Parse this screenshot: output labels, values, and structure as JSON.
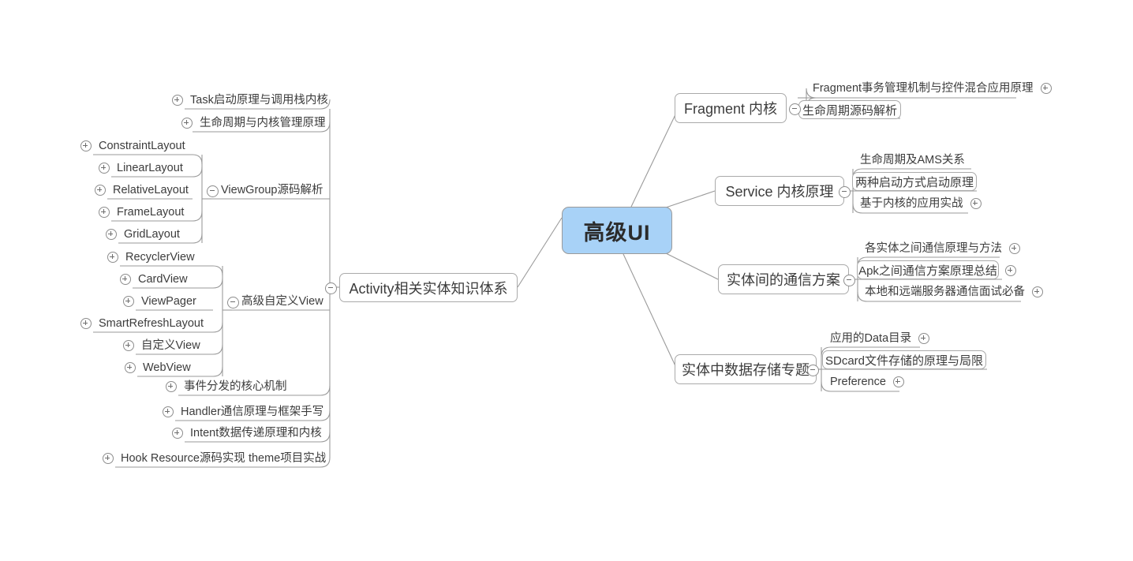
{
  "mindmap": {
    "title": "高级UI",
    "center": {
      "label": "高级UI",
      "fill": "#a8d2f7",
      "border": "#9a9a9a"
    },
    "line_color": "#9a9a9a",
    "text_color": "#3c3c3c",
    "icons": {
      "expand": "plus-circle-icon",
      "collapse": "minus-circle-icon"
    },
    "branches": {
      "activity": {
        "label": "Activity相关实体知识体系",
        "toggle": "collapse",
        "children": [
          {
            "label": "Task启动原理与调用栈内核",
            "toggle": "expand"
          },
          {
            "label": "生命周期与内核管理原理",
            "toggle": "expand"
          },
          {
            "label": "ViewGroup源码解析",
            "toggle": "collapse",
            "children": [
              {
                "label": "ConstraintLayout",
                "toggle": "expand"
              },
              {
                "label": "LinearLayout",
                "toggle": "expand"
              },
              {
                "label": "RelativeLayout",
                "toggle": "expand"
              },
              {
                "label": "FrameLayout",
                "toggle": "expand"
              },
              {
                "label": "GridLayout",
                "toggle": "expand"
              }
            ]
          },
          {
            "label": "高级自定义View",
            "toggle": "collapse",
            "children": [
              {
                "label": "RecyclerView",
                "toggle": "expand"
              },
              {
                "label": "CardView",
                "toggle": "expand"
              },
              {
                "label": "ViewPager",
                "toggle": "expand"
              },
              {
                "label": "SmartRefreshLayout",
                "toggle": "expand"
              },
              {
                "label": "自定义View",
                "toggle": "expand"
              },
              {
                "label": "WebView",
                "toggle": "expand"
              }
            ]
          },
          {
            "label": "事件分发的核心机制",
            "toggle": "expand"
          },
          {
            "label": "Handler通信原理与框架手写",
            "toggle": "expand"
          },
          {
            "label": "Intent数据传递原理和内核",
            "toggle": "expand"
          },
          {
            "label": "Hook Resource源码实现 theme项目实战",
            "toggle": "expand"
          }
        ]
      },
      "fragment": {
        "label": "Fragment 内核",
        "toggle": "collapse",
        "children": [
          {
            "label": "Fragment事务管理机制与控件混合应用原理",
            "toggle": "expand"
          },
          {
            "label": "生命周期源码解析",
            "toggle": "none"
          }
        ]
      },
      "service": {
        "label": "Service 内核原理",
        "toggle": "collapse",
        "children": [
          {
            "label": "生命周期及AMS关系",
            "toggle": "none"
          },
          {
            "label": "两种启动方式启动原理",
            "toggle": "none"
          },
          {
            "label": "基于内核的应用实战",
            "toggle": "expand"
          }
        ]
      },
      "communication": {
        "label": "实体间的通信方案",
        "toggle": "collapse",
        "children": [
          {
            "label": "各实体之间通信原理与方法",
            "toggle": "expand"
          },
          {
            "label": "Apk之间通信方案原理总结",
            "toggle": "expand"
          },
          {
            "label": "本地和远端服务器通信面试必备",
            "toggle": "expand"
          }
        ]
      },
      "storage": {
        "label": "实体中数据存储专题",
        "toggle": "collapse",
        "children": [
          {
            "label": "应用的Data目录",
            "toggle": "expand"
          },
          {
            "label": "SDcard文件存储的原理与局限",
            "toggle": "none"
          },
          {
            "label": "Preference",
            "toggle": "expand"
          }
        ]
      }
    }
  }
}
